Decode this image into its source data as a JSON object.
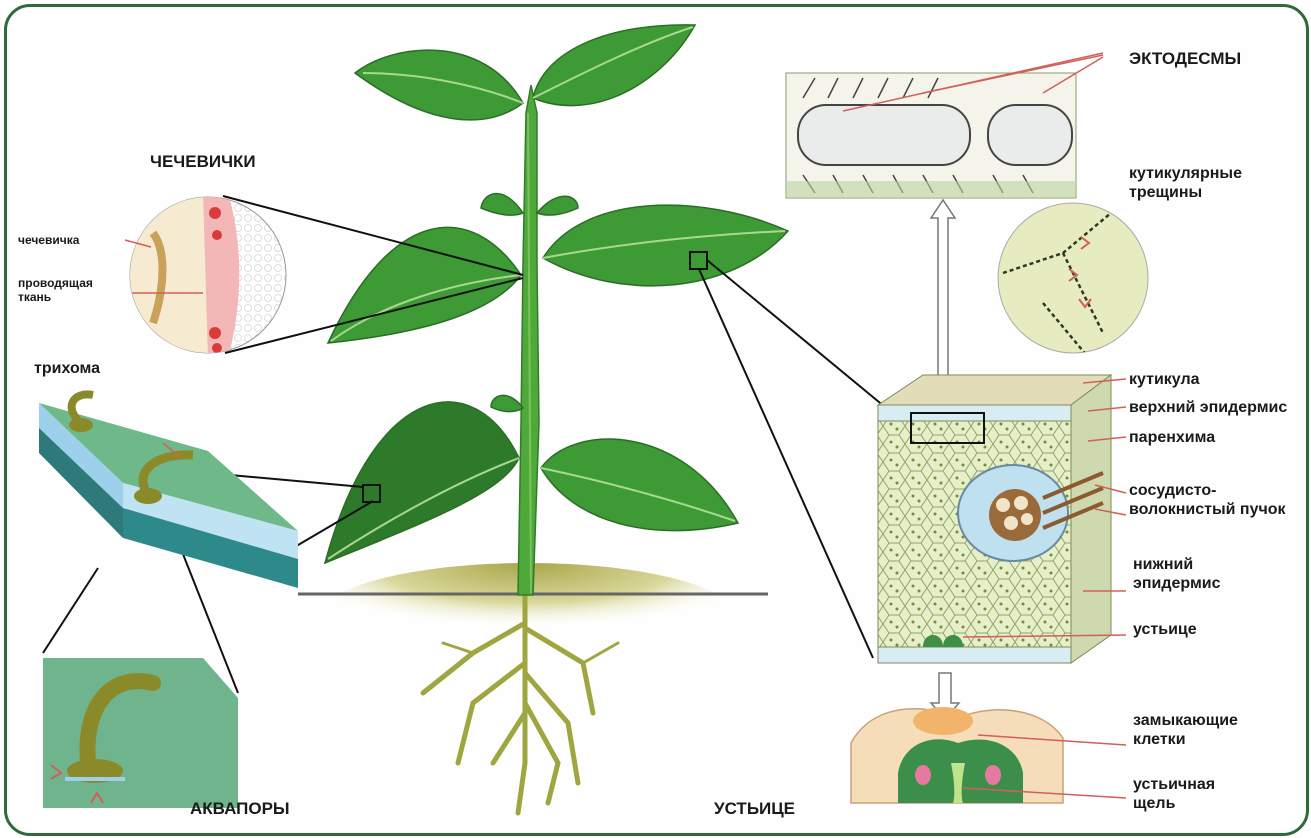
{
  "labels": {
    "chechevichki_title": "ЧЕЧЕВИЧКИ",
    "chechevichka": "чечевичка",
    "provodyashchaya": "проводящая\nткань",
    "trikhoma": "трихома",
    "akvapory": "АКВАПОРЫ",
    "ustitse_title": "УСТЬИЦЕ",
    "ektodesmy": "ЭКТОДЕСМЫ",
    "kutikulyarnye": "кутикулярные\nтрещины",
    "kutikula": "кутикула",
    "verkhniy": "верхний эпидермис",
    "parenkhima": "паренхима",
    "sosudisto": "сосудисто-\nволокнистый пучок",
    "nizhniy": "нижний\nэпидермис",
    "ustitse": "устьице",
    "zamykayushchie": "замыкающие\nклетки",
    "ustichnaya": "устьичная\nщель"
  },
  "colors": {
    "frame": "#2f6b3a",
    "stem": "#4fa83a",
    "leaf": "#3e9a35",
    "leaf_dark": "#2d7a2a",
    "vein": "#a8d890",
    "leader": "#d0605a",
    "trichome": "#8b8a2a",
    "soil": "#b8b65a"
  }
}
